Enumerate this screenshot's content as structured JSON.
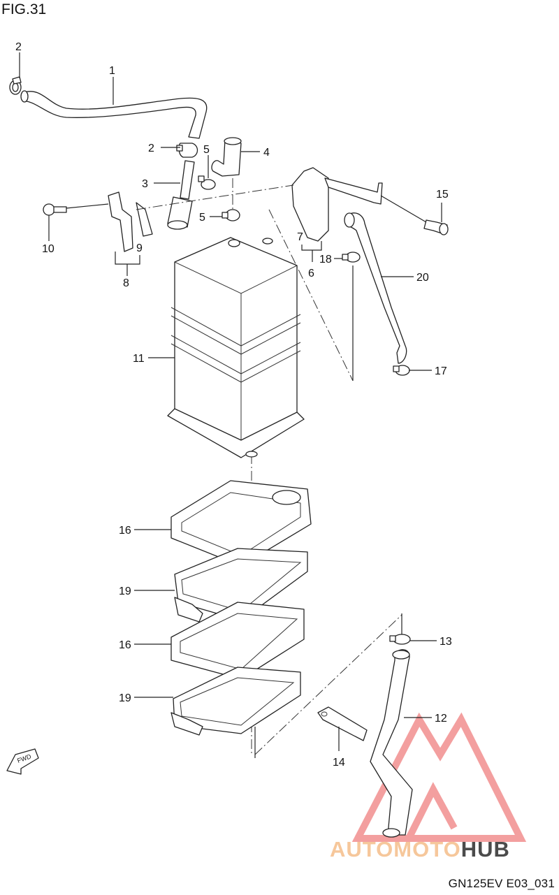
{
  "figure": {
    "title": "FIG.31",
    "code": "GN125EV E03_031",
    "fwd_label": "FWD"
  },
  "watermark": {
    "part1": "AUTOMOTO",
    "part2": "HUB",
    "color_light": "#f6c79b",
    "color_dark": "#4b4b4b",
    "triangle_color": "#f08080"
  },
  "callouts": [
    "2",
    "1",
    "2",
    "5",
    "4",
    "3",
    "15",
    "5",
    "10",
    "9",
    "8",
    "7",
    "6",
    "18",
    "20",
    "11",
    "17",
    "16",
    "19",
    "16",
    "13",
    "19",
    "12",
    "14"
  ]
}
